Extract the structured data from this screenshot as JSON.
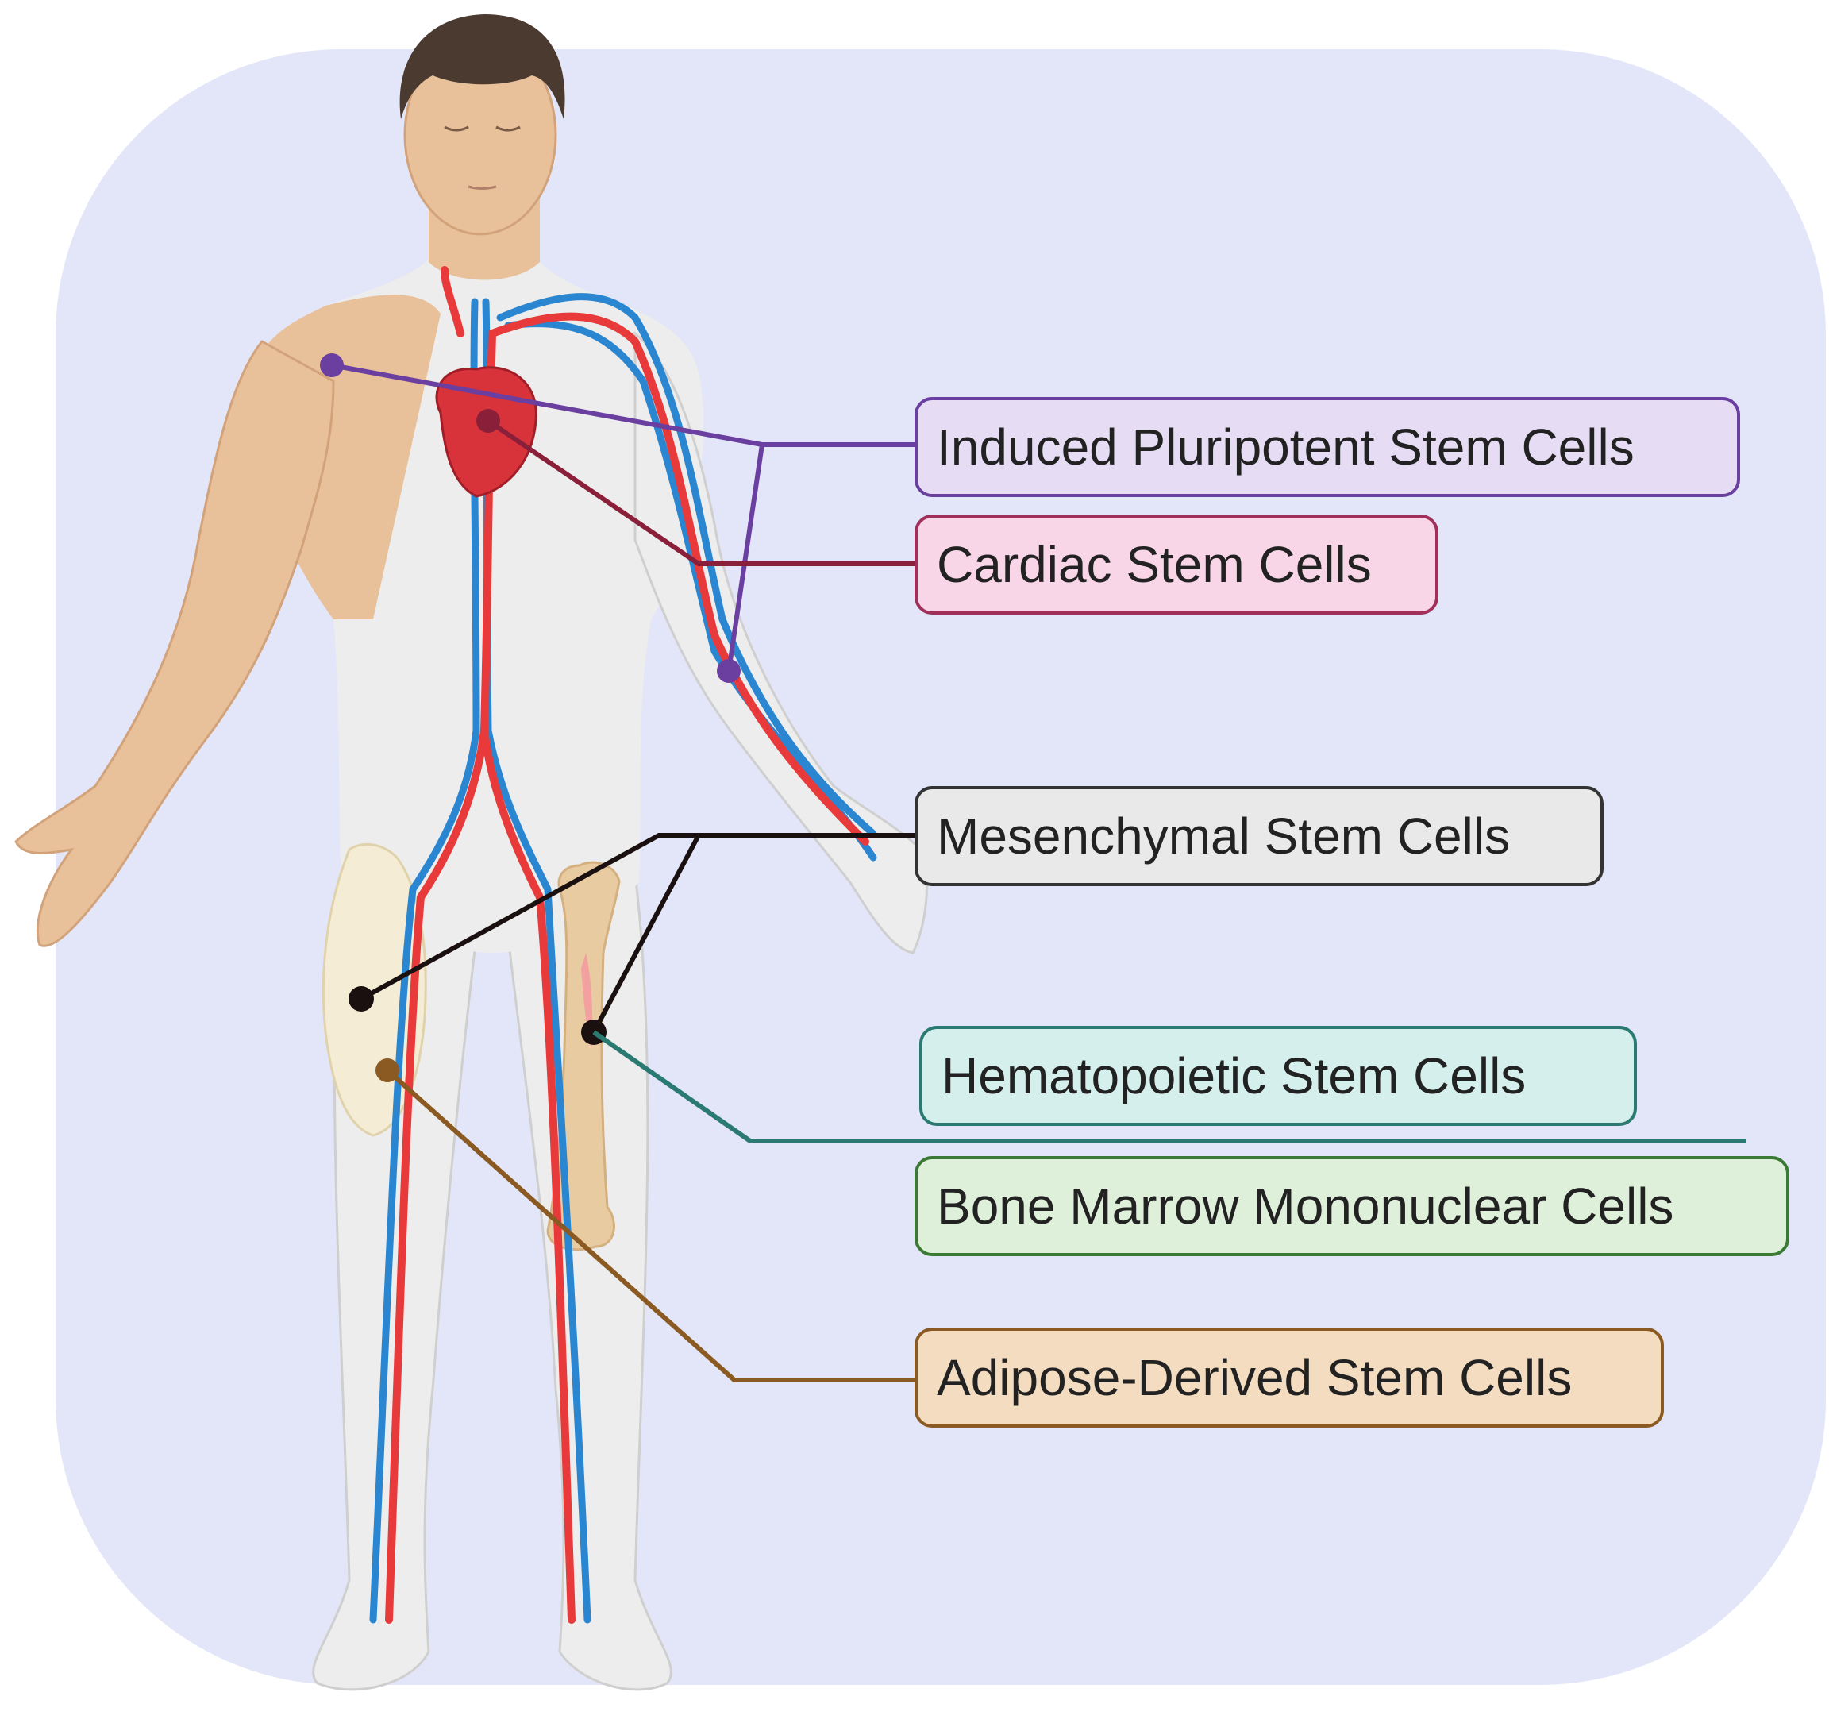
{
  "figure": {
    "background_color": "#e3e6f8",
    "subject": "human-body-anatomy",
    "labels": [
      {
        "id": "ipsc",
        "text": "Induced Pluripotent Stem Cells",
        "border_color": "#6a3fa0",
        "fill_color": "#e6dcf4"
      },
      {
        "id": "cardiac",
        "text": "Cardiac Stem Cells",
        "border_color": "#a0305a",
        "fill_color": "#f8d6e8"
      },
      {
        "id": "mesenchymal",
        "text": "Mesenchymal Stem Cells",
        "border_color": "#333333",
        "fill_color": "#e9e9e9"
      },
      {
        "id": "hematopoietic",
        "text": "Hematopoietic Stem Cells",
        "border_color": "#2b7a72",
        "fill_color": "#d5efec"
      },
      {
        "id": "bmmc",
        "text": "Bone Marrow Mononuclear Cells",
        "border_color": "#3a7a35",
        "fill_color": "#dff0da"
      },
      {
        "id": "adipose",
        "text": "Adipose-Derived Stem Cells",
        "border_color": "#8a5a22",
        "fill_color": "#f3dcc0"
      }
    ],
    "colors": {
      "skin": "#e8c09a",
      "body_overlay": "#ededed",
      "artery": "#e83a3a",
      "vein": "#2a86d0",
      "heart": "#d8323a",
      "bone": "#e8cba0",
      "hair": "#4a3a30",
      "fat": "#f5ecd6"
    }
  }
}
